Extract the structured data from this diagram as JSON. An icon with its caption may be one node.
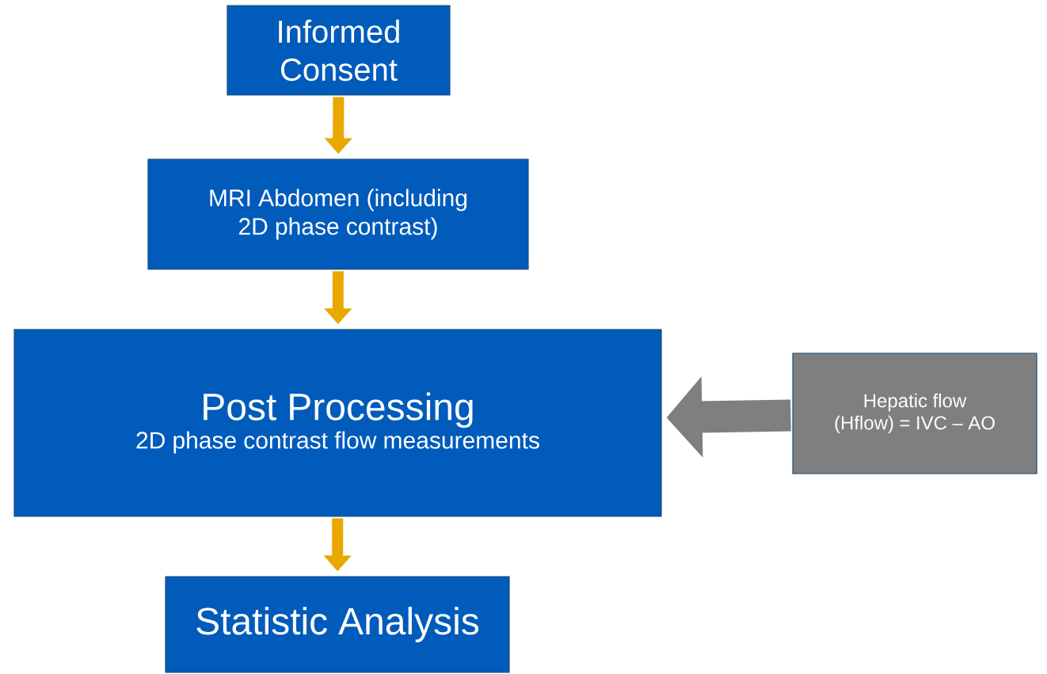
{
  "diagram": {
    "nodes": [
      {
        "text": [
          "Informed Consent"
        ]
      },
      {
        "text": [
          "MRI Abdomen (including 2D phase contrast)"
        ]
      },
      {
        "text": [
          "Post Processing",
          "2D phase contrast flow measurements"
        ]
      },
      {
        "text": [
          "Hepatic flow (Hflow) = IVC – AO"
        ]
      },
      {
        "text": [
          "Statistic Analysis"
        ]
      }
    ],
    "edges": [
      {
        "from": 0,
        "to": 1,
        "arrow": "to"
      },
      {
        "from": 1,
        "to": 2,
        "arrow": "to"
      },
      {
        "from": 3,
        "to": 2,
        "arrow": "to",
        "style": "thick",
        "color": "#7f7f7f"
      },
      {
        "from": 2,
        "to": 4,
        "arrow": "to"
      }
    ]
  }
}
